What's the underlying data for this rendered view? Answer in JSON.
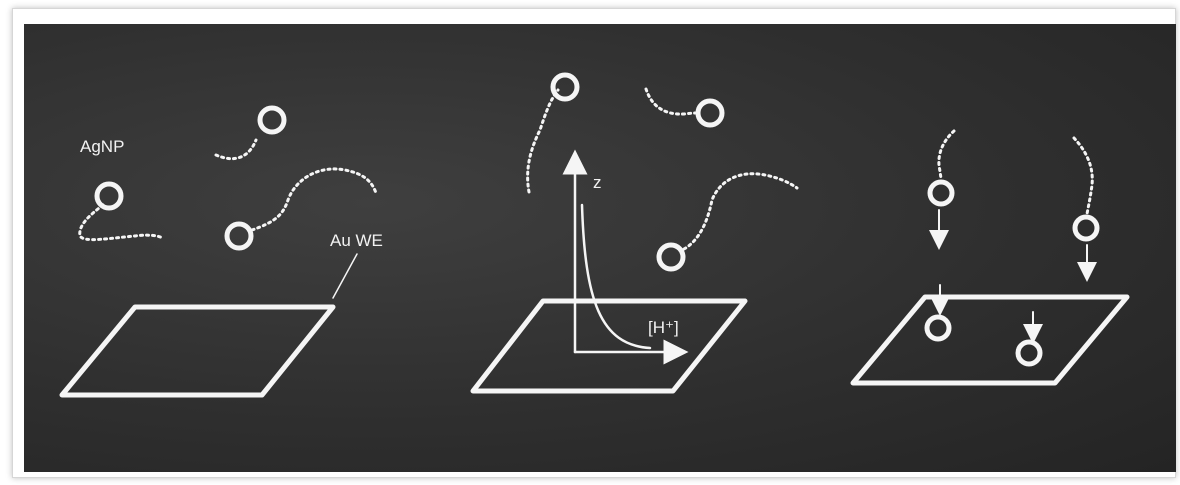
{
  "colors": {
    "board": "#2f2f2f",
    "chalk": "#f5f5f5"
  },
  "labels": {
    "agnp": "AgNP",
    "au_we": "Au WE",
    "z_axis": "z",
    "h_plus": "[H⁺]"
  }
}
